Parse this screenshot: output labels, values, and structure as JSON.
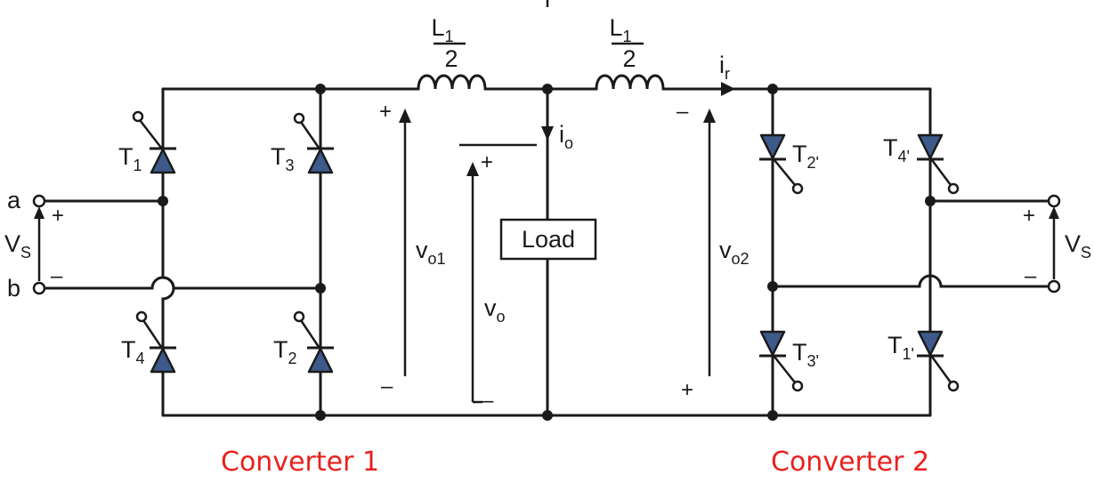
{
  "diagram": {
    "labels": {
      "inductor_left_num": "L",
      "inductor_left_num_sub": "1",
      "inductor_left_den": "2",
      "inductor_right_num": "L",
      "inductor_right_num_sub": "1",
      "inductor_right_den": "2",
      "current_r": "i",
      "current_r_sub": "r",
      "current_o": "i",
      "current_o_sub": "o",
      "load": "Load",
      "v_o1": "v",
      "v_o1_sub": "o1",
      "v_o2": "v",
      "v_o2_sub": "o2",
      "v_o": "v",
      "v_o_sub": "o",
      "vs_left": "V",
      "vs_left_sub": "S",
      "vs_right": "V",
      "vs_right_sub": "S",
      "terminal_a": "a",
      "terminal_b": "b",
      "plus": "+",
      "minus": "–"
    },
    "thyristors": {
      "t1": {
        "name": "T",
        "sub": "1"
      },
      "t3": {
        "name": "T",
        "sub": "3"
      },
      "t4": {
        "name": "T",
        "sub": "4"
      },
      "t2": {
        "name": "T",
        "sub": "2"
      },
      "t2p": {
        "name": "T",
        "sub": "2'"
      },
      "t4p": {
        "name": "T",
        "sub": "4'"
      },
      "t3p": {
        "name": "T",
        "sub": "3'"
      },
      "t1p": {
        "name": "T",
        "sub": "1'"
      }
    },
    "captions": {
      "converter1": "Converter 1",
      "converter2": "Converter 2"
    }
  }
}
